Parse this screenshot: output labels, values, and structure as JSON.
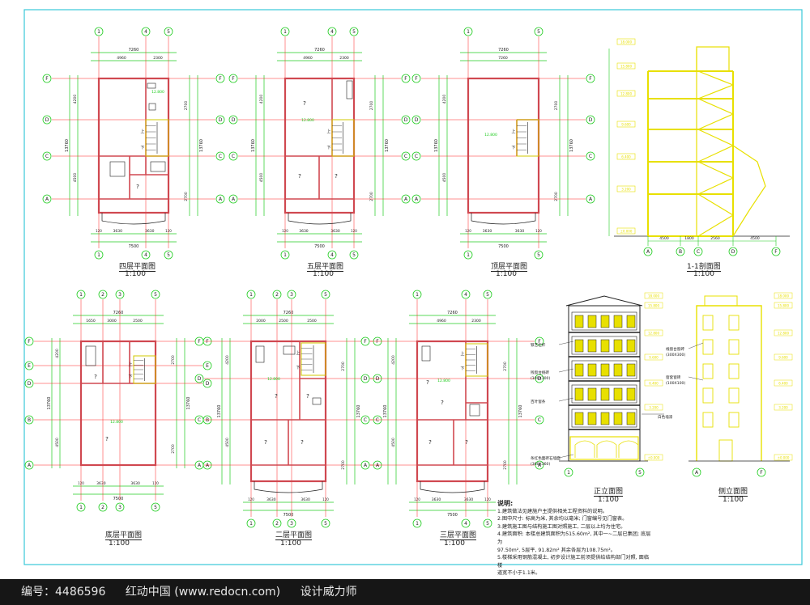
{
  "colors": {
    "frame": "#38c8d8",
    "grid": "#ff2020",
    "axis": "#20cc20",
    "wall": "#d04850",
    "yellow": "#e8e000",
    "stair": "#d0c800",
    "text": "#202020",
    "footer_bg": "#161616"
  },
  "footer": {
    "code_label": "编号：4486596",
    "site": "红动中国 (www.redocn.com)",
    "author": "设计威力师"
  },
  "titles": {
    "f4": "四层平面图",
    "f5": "五层平面图",
    "roof": "顶层平面图",
    "sec": "1-1剖面图",
    "ground": "底层平面图",
    "f2": "二层平面图",
    "f3": "三层平面图",
    "front": "正立面图",
    "side": "侧立面图",
    "scale": "1:100"
  },
  "dims": {
    "total_width": "7260",
    "sub_a": "4960",
    "sub_b": "2300",
    "sub_c": "2500",
    "sub_d": "3600",
    "bottom_total": "7500",
    "bottom_a": "3630",
    "bottom_b": "3630",
    "edge": "120",
    "height_total": "13760",
    "h1": "4500",
    "h2": "1800",
    "h3": "4200",
    "h4": "2700",
    "room_mark": "?",
    "up": "上",
    "down": "下"
  },
  "labels": {
    "level_a": "12.800",
    "level_b": "15.800",
    "level_c": "18.000",
    "level_d": "±0.000",
    "lv_1": "3.200",
    "lv_2": "6.400",
    "lv_3": "9.600",
    "sec_a": "4500",
    "sec_b": "1800",
    "sec_c": "2560",
    "ann_1": "铁艺栏杆",
    "ann_2": "残窗台挑砖\n(100X100)",
    "ann_3": "百叶窗条",
    "ann_4": "白色墙漆",
    "ann_5": "条红色面砖石墙面\n(360X360)",
    "ann_6": "线窗台窗砖\n(300X300)",
    "ann_7": "窗套窗砖\n(100X100)"
  },
  "notes": {
    "title": "说明:",
    "lines": [
      "1.建筑做法见建施户主提供相关工程资料的说明。",
      "2.图中尺寸: 标高为米, 其余均以毫米; 门窗编号见门窗表。",
      "3.建筑施工图与结构施工图对照施工, 二层以上均为住宅。",
      "4.建筑面积: 本楼总建筑面积为515.60m², 其中一~二层已集团; 底层为",
      "   97.50m², 5层平, 91.82m² 其余各层为108.75m²。",
      "5.楼梯采用钢筋混凝土, 初步设计施工前须提供给结构部门对照, 面临楼",
      "   道宽不小于1.1米。"
    ]
  }
}
